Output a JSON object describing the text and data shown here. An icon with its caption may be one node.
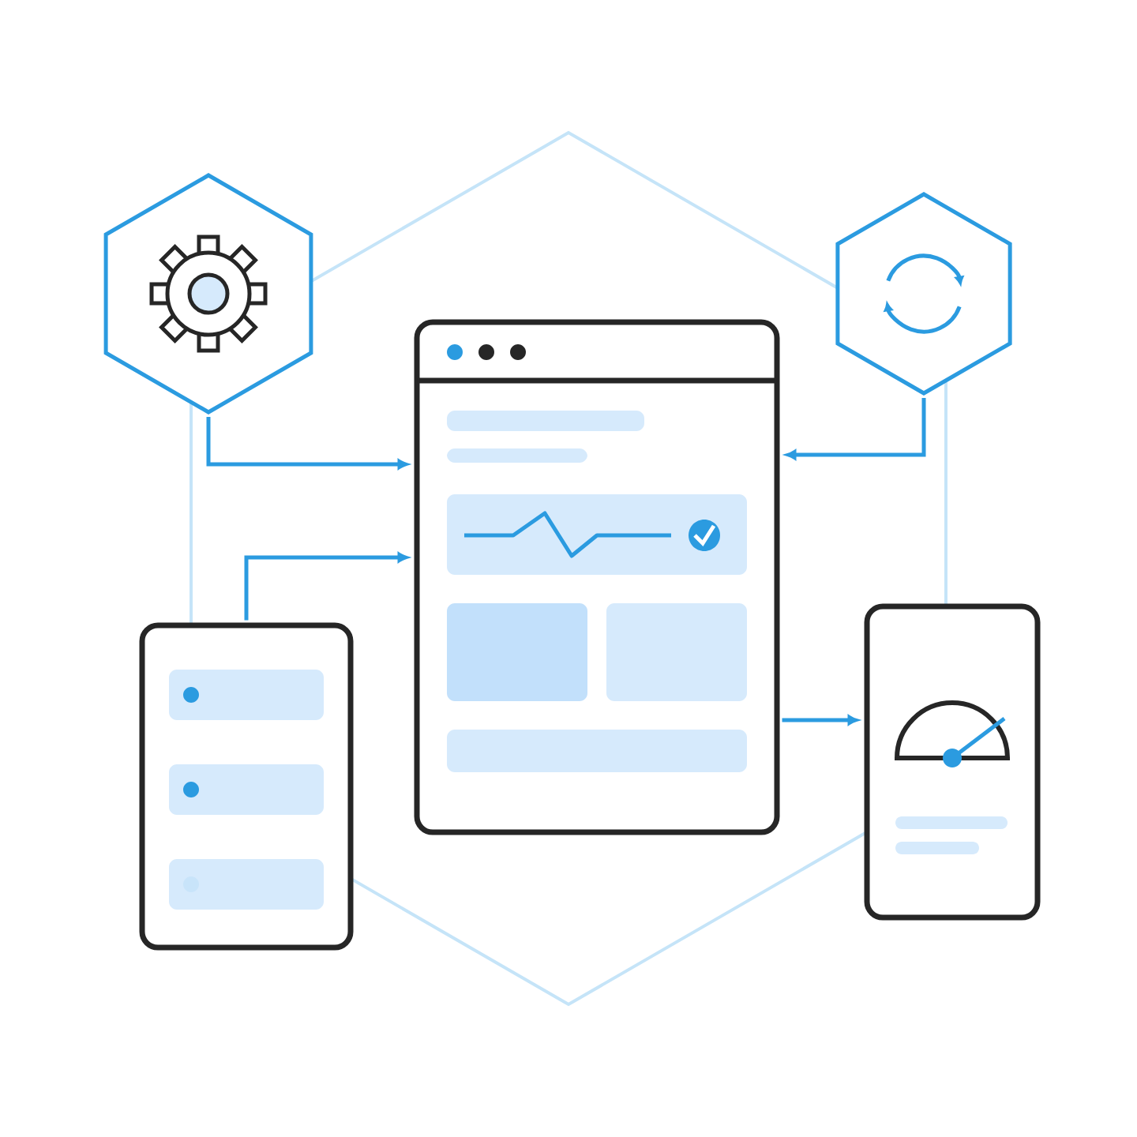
{
  "diagram": {
    "nodes": [
      {
        "text": [],
        "shape": "hexagon"
      },
      {
        "text": [],
        "shape": "hexagon"
      },
      {
        "text": [],
        "shape": "window"
      },
      {
        "text": [],
        "shape": "tablet"
      },
      {
        "text": [],
        "shape": "phone"
      }
    ],
    "edges": [
      {
        "from": 0,
        "to": 2,
        "arrow": "to"
      },
      {
        "from": 1,
        "to": 2,
        "arrow": "to"
      },
      {
        "from": 3,
        "to": 2,
        "arrow": "to"
      },
      {
        "from": 2,
        "to": 4,
        "arrow": "to"
      }
    ]
  }
}
